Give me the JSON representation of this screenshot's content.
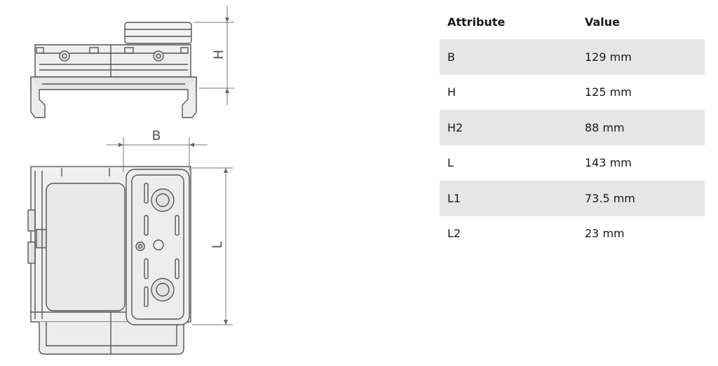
{
  "drawing": {
    "labels": {
      "b": "B",
      "h": "H",
      "l": "L"
    }
  },
  "table": {
    "headers": [
      "Attribute",
      "Value"
    ],
    "rows": [
      {
        "attribute": "B",
        "value": "129 mm"
      },
      {
        "attribute": "H",
        "value": "125 mm"
      },
      {
        "attribute": "H2",
        "value": "88 mm"
      },
      {
        "attribute": "L",
        "value": "143 mm"
      },
      {
        "attribute": "L1",
        "value": "73.5 mm"
      },
      {
        "attribute": "L2",
        "value": "23 mm"
      }
    ]
  }
}
